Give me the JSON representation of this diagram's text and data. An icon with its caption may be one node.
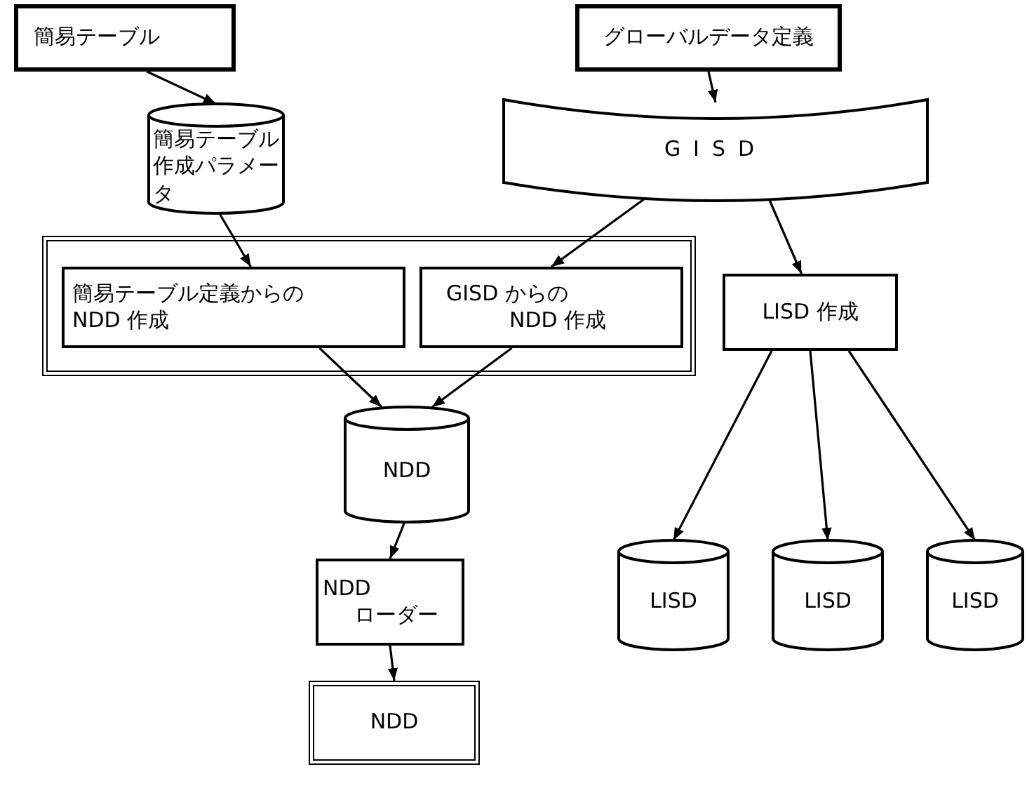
{
  "diagram": {
    "nodes": [
      {
        "text": [
          "簡易テーブル"
        ]
      },
      {
        "text": [
          "簡易テーブル作成パラメータ"
        ]
      },
      {
        "text": [],
        "shape": "box"
      },
      {
        "text": [
          "簡易テーブル定義からのNDD 作成"
        ],
        "in": 2
      },
      {
        "text": [
          "GISD からのNDD 作成"
        ],
        "in": 2
      },
      {
        "text": [
          "グローバルデータ定義"
        ]
      },
      {
        "text": [
          "GISD"
        ]
      },
      {
        "text": [
          "LISD 作成"
        ]
      },
      {
        "text": [
          "NDD"
        ]
      },
      {
        "text": [
          "LISD"
        ]
      },
      {
        "text": [
          "LISD"
        ]
      },
      {
        "text": [
          "LISD"
        ]
      },
      {
        "text": [
          "NDDローダー"
        ]
      },
      {
        "text": [
          "NDD"
        ]
      }
    ],
    "edges": [
      {
        "from": 0,
        "to": 1,
        "arrow": "to"
      },
      {
        "from": 1,
        "to": 3,
        "arrow": "to"
      },
      {
        "from": 5,
        "to": 6,
        "arrow": "to"
      },
      {
        "from": 6,
        "to": 4,
        "arrow": "to"
      },
      {
        "from": 6,
        "to": 7,
        "arrow": "to"
      },
      {
        "from": 3,
        "to": 8,
        "arrow": "to"
      },
      {
        "from": 4,
        "to": 8,
        "arrow": "to"
      },
      {
        "from": 7,
        "to": 9,
        "arrow": "to"
      },
      {
        "from": 7,
        "to": 10,
        "arrow": "to"
      },
      {
        "from": 7,
        "to": 11,
        "arrow": "to"
      },
      {
        "from": 8,
        "to": 12,
        "arrow": "to"
      },
      {
        "from": 12,
        "to": 13,
        "arrow": "to"
      }
    ]
  }
}
